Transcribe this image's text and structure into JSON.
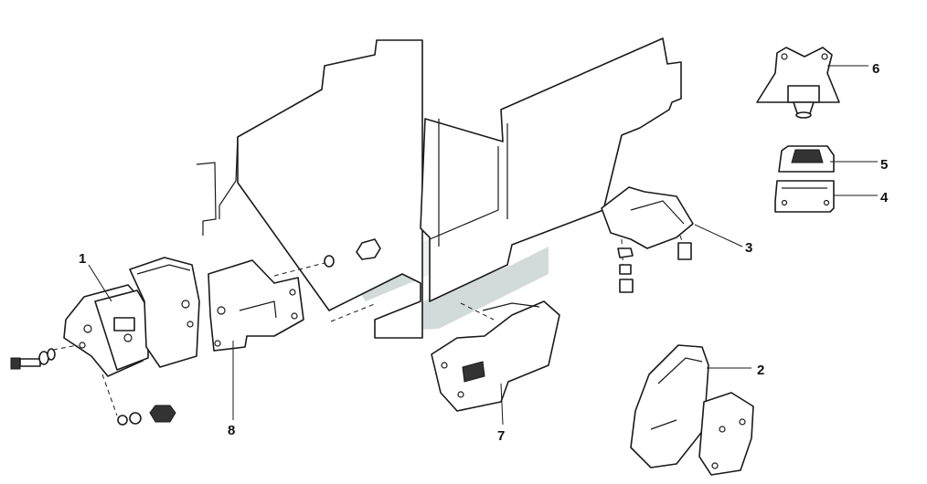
{
  "watermark": {
    "color": "#cfd6d6"
  },
  "callouts": [
    {
      "id": "1",
      "label": "1"
    },
    {
      "id": "2",
      "label": "2"
    },
    {
      "id": "3",
      "label": "3"
    },
    {
      "id": "4",
      "label": "4"
    },
    {
      "id": "5",
      "label": "5"
    },
    {
      "id": "6",
      "label": "6"
    },
    {
      "id": "7",
      "label": "7"
    },
    {
      "id": "8",
      "label": "8"
    }
  ]
}
